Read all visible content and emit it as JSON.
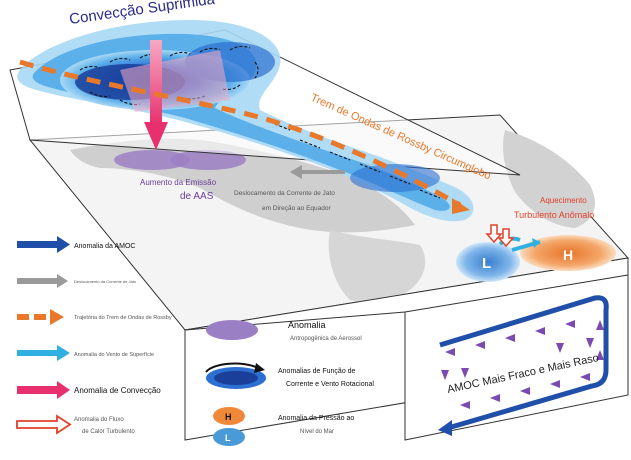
{
  "labels": {
    "suppressed_convection": "Convecção Suprimida",
    "rossby_train": "Trem de Ondas de Rossby Circumglobo",
    "aas_line1": "Aumento da Emissão",
    "aas_line2": "de AAS",
    "jet_line1": "Deslocamento da Corrente de Jato",
    "jet_line2": "em Direção ao Equador",
    "turbulent_line1": "Aquecimento",
    "turbulent_line2": "Turbulento Anômalo",
    "high": "H",
    "low": "L",
    "amoc_box": "AMOC Mais Fraco e Mais Raso"
  },
  "legend": {
    "amoc": "Anomalia da AMOC",
    "jet": "Deslocamento da Corrente de Jato",
    "rossby": "Trajetória do Trem de Ondas de Rossby",
    "surface_wind": "Anomalia do Vento de Superfície",
    "convection": "Anomalia de Convecção",
    "heat_flux_line1": "Anomalia do Fluxo",
    "heat_flux_line2": "de Calor Turbulento",
    "aerosol_line1": "Anomalia",
    "aerosol_line2": "Antropogênica de Aerossol",
    "streamfunction_line1": "Anomalias de Função de",
    "streamfunction_line2": "Corrente e Vento Rotacional",
    "slp_line1": "Anomalia da Pressão ao",
    "slp_line2": "Nível do Mar",
    "slp_high": "H",
    "slp_low": "L"
  },
  "colors": {
    "amoc": "#1f4fa8",
    "jet": "#9a9a9a",
    "rossby": "#e8782b",
    "surface_wind": "#2fb0e0",
    "convection": "#e8306e",
    "heat_flux": "#e0402a",
    "aerosol": "#9b7fc4",
    "high": "#f0883a",
    "low": "#4a9ad8",
    "purple_title": "#6a3f9a"
  }
}
